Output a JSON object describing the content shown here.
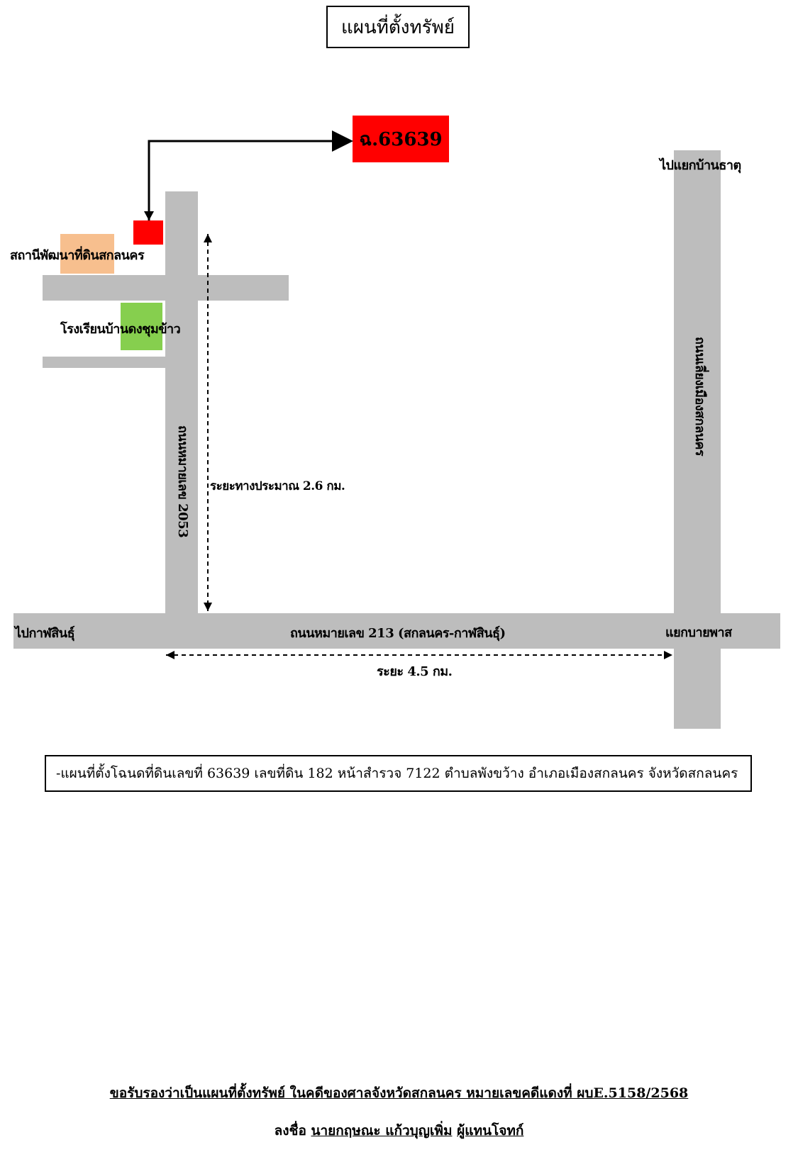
{
  "title": "แผนที่ตั้งทรัพย์",
  "target_label": "ฉ.63639",
  "places": {
    "land_dev_station": "สถานีพัฒนาที่ดินสกลนคร",
    "school": "โรงเรียนบ้านดงชุมข้าว"
  },
  "roads": {
    "road_2053": "ถนนหมายเลข 2053",
    "road_213": "ถนนหมายเลข 213 (สกลนคร-กาฬสินธุ์)",
    "bypass_road": "ถนนเลี่ยงเมืองสกลนคร"
  },
  "directions": {
    "to_kalasin": "ไปกาฬสินธุ์",
    "to_ban_that": "ไปแยกบ้านธาตุ",
    "bypass_junction": "แยกบายพาส"
  },
  "distances": {
    "vertical": "ระยะทางประมาณ 2.6 กม.",
    "horizontal": "ระยะ 4.5 กม."
  },
  "caption": "-แผนที่ตั้งโฉนดที่ดินเลขที่  63639  เลขที่ดิน  182  หน้าสำรวจ  7122  ตำบลพังขว้าง  อำเภอเมืองสกลนคร  จังหวัดสกลนคร",
  "footer": {
    "certify": "ขอรับรองว่าเป็นแผนที่ตั้งทรัพย์ ในคดีของศาลจังหวัดสกลนคร  หมายเลขคดีแดงที่  ผบE.5158/2568",
    "sign_prefix": "ลงชื่อ",
    "signer": "นายกฤษณะ แก้วบุญเพิ่ม",
    "role": "ผู้แทนโจทก์"
  },
  "colors": {
    "road": "#bdbdbd",
    "target": "#ff0000",
    "land_dev": "#f7bf8e",
    "school": "#86cf4e"
  }
}
